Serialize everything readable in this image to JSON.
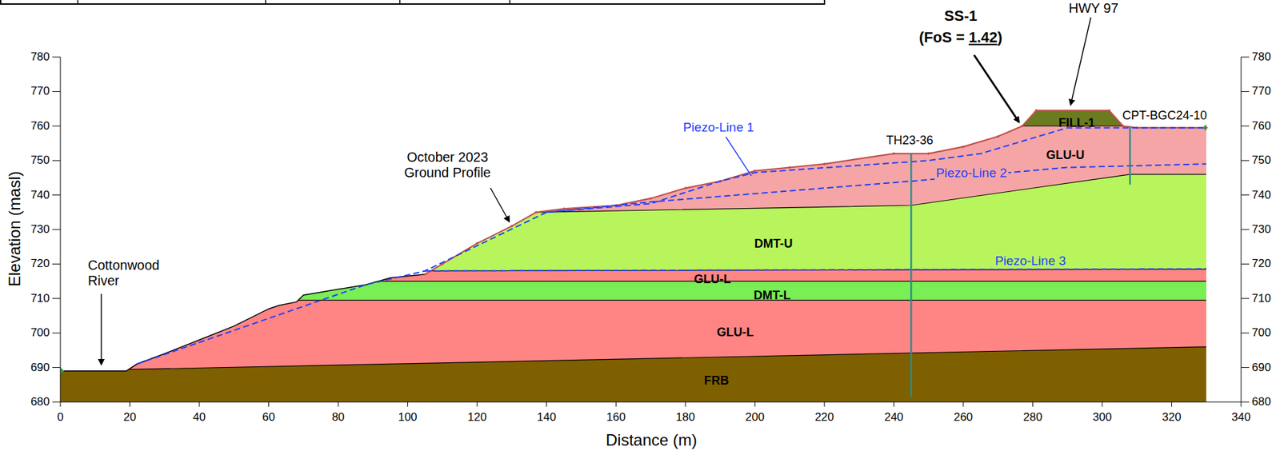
{
  "diagram": {
    "labels": [
      "780",
      "770",
      "760",
      "750",
      "740",
      "730",
      "720",
      "710",
      "700",
      "690",
      "680",
      "780",
      "770",
      "760",
      "750",
      "740",
      "730",
      "720",
      "710",
      "700",
      "690",
      "680",
      "0",
      "20",
      "40",
      "60",
      "80",
      "100",
      "120",
      "140",
      "160",
      "180",
      "200",
      "220",
      "240",
      "260",
      "280",
      "300",
      "320",
      "340",
      "Elevation (masl)",
      "Distance (m)",
      "SS-1",
      "(FoS =",
      "1.42",
      ")",
      "HWY 97",
      "CPT-BGC24-10",
      "Piezo-Line 1",
      "TH23-36",
      "October 2023 Ground Profile",
      "Piezo-Line 2",
      "GLU-U",
      "FILL-1",
      "DMT-U",
      "Piezo-Line 3",
      "Cottonwood River",
      "GLU-L",
      "DMT-L",
      "GLU-L",
      "FRB"
    ]
  }
}
